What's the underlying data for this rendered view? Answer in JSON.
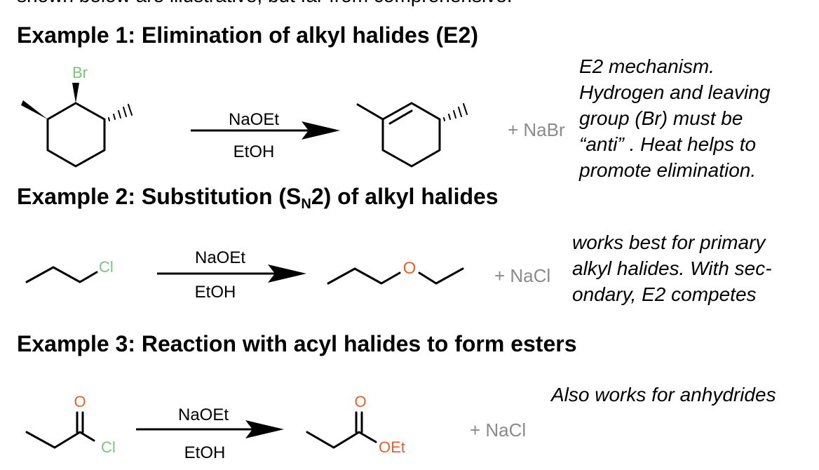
{
  "intro_text": "shown below are illustrative, but far from comprehensive.",
  "colors": {
    "bromine": "#7cc47c",
    "chlorine": "#7cc47c",
    "oxygen": "#e8602c",
    "byproduct": "#8a8a8a"
  },
  "examples": [
    {
      "heading_prefix": "Example 1: Elimination of alkyl halides (E2)",
      "reagent_top": "NaOEt",
      "reagent_bottom": "EtOH",
      "halogen_label": "Br",
      "byproduct": "+ NaBr",
      "note_lines": [
        "E2 mechanism.",
        "Hydrogen and leaving",
        "group (Br) must be",
        "“anti” . Heat helps to",
        "promote elimination."
      ]
    },
    {
      "heading_prefix": "Example 2: Substitution (S",
      "heading_sub": "N",
      "heading_suffix": "2) of alkyl halides",
      "reagent_top": "NaOEt",
      "reagent_bottom": "EtOH",
      "halogen_label": "Cl",
      "oxygen_label": "O",
      "byproduct": "+ NaCl",
      "note_lines": [
        "works best for primary",
        "alkyl halides. With sec-",
        "ondary, E2 competes"
      ]
    },
    {
      "heading_prefix": "Example 3: Reaction with acyl halides to form esters",
      "reagent_top": "NaOEt",
      "reagent_bottom": "EtOH",
      "halogen_label": "Cl",
      "oxygen_label": "O",
      "ester_oxygen_label": "O",
      "ester_group_label": "OEt",
      "byproduct": "+ NaCl",
      "note_lines": [
        "Also works for anhydrides"
      ]
    }
  ]
}
